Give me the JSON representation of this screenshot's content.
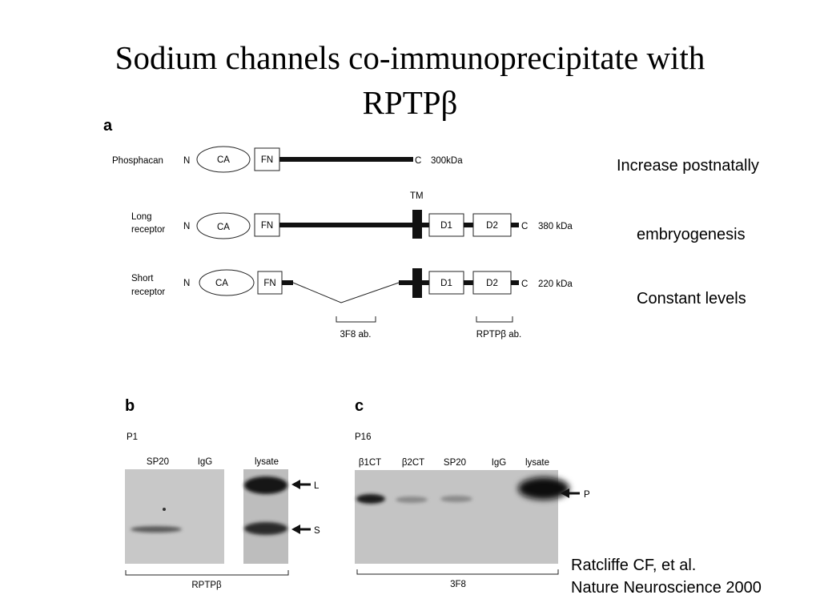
{
  "slide": {
    "title_line1": "Sodium channels co-immunoprecipitate with",
    "title_line2": "RPTPβ"
  },
  "notes": {
    "increase": "Increase postnatally",
    "embryo": "embryogenesis",
    "constant": "Constant levels"
  },
  "citation": {
    "line1": "Ratcliffe CF, et al.",
    "line2": "Nature Neuroscience 2000"
  },
  "panel_a": {
    "label": "a",
    "rows": [
      {
        "name": "Phosphacan",
        "size": "300kDa"
      },
      {
        "name_line1": "Long",
        "name_line2": "receptor",
        "size": "380 kDa"
      },
      {
        "name_line1": "Short",
        "name_line2": "receptor",
        "size": "220 kDa"
      }
    ],
    "n_label": "N",
    "c_label": "C",
    "ca": "CA",
    "fn": "FN",
    "d1": "D1",
    "d2": "D2",
    "tm": "TM",
    "ab_3f8": "3F8 ab.",
    "ab_rptp": "RPTPβ ab."
  },
  "panel_b": {
    "label": "b",
    "age": "P1",
    "lanes": [
      "SP20",
      "IgG",
      "lysate"
    ],
    "bands": [
      "L",
      "S"
    ],
    "antibody": "RPTPβ"
  },
  "panel_c": {
    "label": "c",
    "age": "P16",
    "lanes": [
      "β1CT",
      "β2CT",
      "SP20",
      "IgG",
      "lysate"
    ],
    "band": "P",
    "antibody": "3F8"
  }
}
